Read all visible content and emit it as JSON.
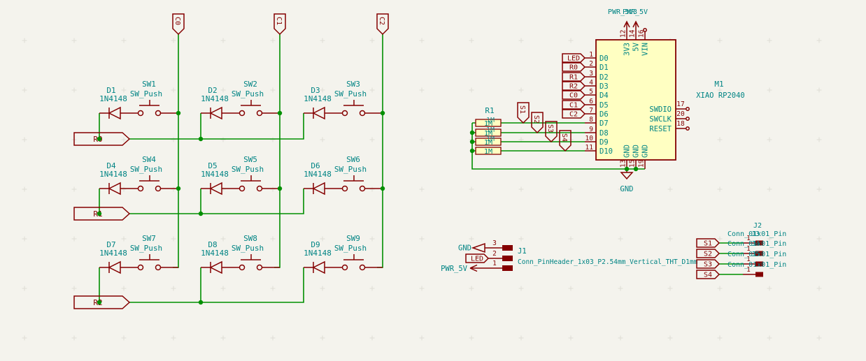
{
  "colors": {
    "background": "#F4F3ED",
    "wire_green": "#008F00",
    "symbol_maroon": "#840000",
    "text_teal": "#008484",
    "body_yellow": "#FFFFC2"
  },
  "matrix": {
    "row_labels": [
      "R0",
      "R1",
      "R2"
    ],
    "col_labels": [
      "C0",
      "C1",
      "C2"
    ],
    "cells": [
      {
        "d": "D1",
        "dv": "1N4148",
        "sw": "SW1",
        "swv": "SW_Push"
      },
      {
        "d": "D2",
        "dv": "1N4148",
        "sw": "SW2",
        "swv": "SW_Push"
      },
      {
        "d": "D3",
        "dv": "1N4148",
        "sw": "SW3",
        "swv": "SW_Push"
      },
      {
        "d": "D4",
        "dv": "1N4148",
        "sw": "SW4",
        "swv": "SW_Push"
      },
      {
        "d": "D5",
        "dv": "1N4148",
        "sw": "SW5",
        "swv": "SW_Push"
      },
      {
        "d": "D6",
        "dv": "1N4148",
        "sw": "SW6",
        "swv": "SW_Push"
      },
      {
        "d": "D7",
        "dv": "1N4148",
        "sw": "SW7",
        "swv": "SW_Push"
      },
      {
        "d": "D8",
        "dv": "1N4148",
        "sw": "SW8",
        "swv": "SW_Push"
      },
      {
        "d": "D9",
        "dv": "1N4148",
        "sw": "SW9",
        "swv": "SW_Push"
      }
    ]
  },
  "mcu": {
    "ref": "M1",
    "value": "XIAO RP2040",
    "left_pins": [
      {
        "num": "1",
        "name": "D0",
        "label": "LED"
      },
      {
        "num": "2",
        "name": "D1",
        "label": "R0"
      },
      {
        "num": "3",
        "name": "D2",
        "label": "R1"
      },
      {
        "num": "4",
        "name": "D3",
        "label": "R2"
      },
      {
        "num": "5",
        "name": "D4",
        "label": "C0"
      },
      {
        "num": "6",
        "name": "D5",
        "label": "C1"
      },
      {
        "num": "7",
        "name": "D6",
        "label": "C2"
      },
      {
        "num": "8",
        "name": "D7"
      },
      {
        "num": "9",
        "name": "D8"
      },
      {
        "num": "10",
        "name": "D9"
      },
      {
        "num": "11",
        "name": "D10"
      }
    ],
    "top_pins": [
      {
        "num": "12",
        "name": "3V3"
      },
      {
        "num": "14",
        "name": "5V"
      },
      {
        "num": "16",
        "name": "VIN"
      }
    ],
    "bottom_pins": [
      {
        "num": "13",
        "name": "GND"
      },
      {
        "num": "15",
        "name": "GND"
      },
      {
        "num": "19",
        "name": "GND"
      }
    ],
    "right_pins": [
      {
        "num": "17",
        "name": "SWDIO"
      },
      {
        "num": "20",
        "name": "SWCLK"
      },
      {
        "num": "18",
        "name": "RESET"
      }
    ],
    "power_flags": [
      "PWR_3V3",
      "PWR_5V"
    ],
    "ground_label": "GND"
  },
  "rnet": {
    "ref": "R1",
    "values": [
      "1M",
      "1M",
      "1M",
      "1M"
    ]
  },
  "s_flags": [
    "S1",
    "S2",
    "S3",
    "S4"
  ],
  "j1": {
    "ref": "J1",
    "footprint": "Conn_PinHeader_1x03_P2.54mm_Vertical_THT_D1mm",
    "pins": [
      {
        "num": "3",
        "label": "GND"
      },
      {
        "num": "2",
        "label": "LED"
      },
      {
        "num": "1",
        "label": "PWR_5V"
      }
    ]
  },
  "j2": {
    "refs": [
      "J2",
      "J3",
      "J4",
      "J5"
    ],
    "footprint": "Conn_01x01_Pin",
    "pin_num": "1"
  }
}
